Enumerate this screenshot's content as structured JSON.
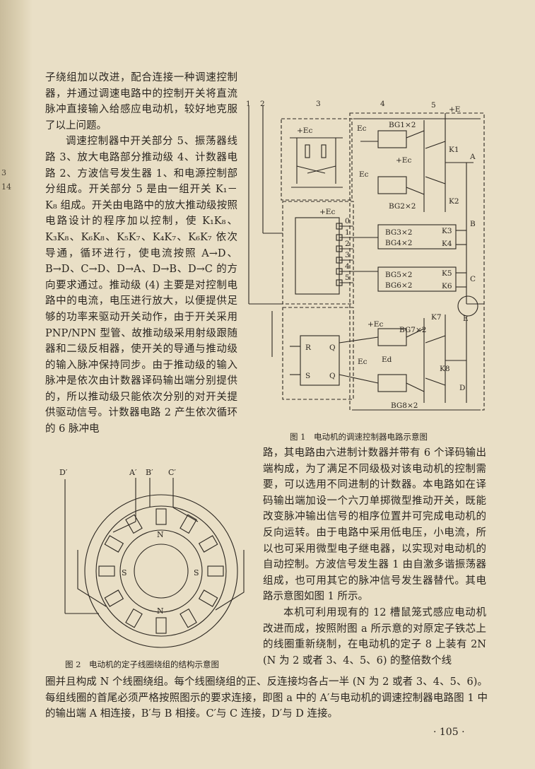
{
  "left_margin": {
    "marks": [
      "3",
      "14"
    ]
  },
  "left_column": {
    "paragraphs": [
      "子绕组加以改进，配合连接一种调速控制器，并通过调速电路中的控制开关将直流脉冲直接输入给感应电动机，较好地克服了以上问题。",
      "调速控制器中开关部分 5、振荡器线路 3、放大电路部分推动级 4、计数器电路 2、方波信号发生器 1、和电源控制部分组成。开关部分 5 是由一组开关 K₁－K₈ 组成。开关由电路中的放大推动级按照电路设计的程序加以控制，使 K₁K₈、K₃K₈、K₆K₈、K₅K₇、K₄K₇、K₆K₇ 依次导通，循环进行，使电流按照 A→D、B→D、C→D、D→A、D→B、D→C 的方向要求通过。推动级 (4) 主要是对控制电路中的电流，电压进行放大，以便提供足够的功率来驱动开关动作，由于开关采用 PNP/NPN 型管、故推动级采用射级跟随器和二级反相器，使开关的导通与推动级的输入脉冲保持同步。由于推动级的输入脉冲是依次由计数器译码输出端分别提供的，所以推动级只能依次分别的对开关提供驱动信号。计数器电路 2 产生依次循环的 6 脉冲电"
    ]
  },
  "figure1": {
    "caption": "图 1　电动机的调速控制器电路示意图",
    "labels": {
      "n1": "1",
      "n2": "2",
      "n3": "3",
      "n4": "4",
      "n5": "5",
      "plus_e": "+E",
      "e": "E",
      "ec_osc": "+Ec",
      "ec1": "Ec",
      "ec2": "+Ec",
      "ec3": "Ec",
      "ec_counter": "+Ec",
      "ec4": "+Ec",
      "ec5": "Ec",
      "bg1": "BG1×2",
      "bg2": "BG2×2",
      "bg3": "BG3×2",
      "bg4": "BG4×2",
      "bg5": "BG5×2",
      "bg6": "BG6×2",
      "bg7": "BG7×2",
      "bg8": "BG8×2",
      "k1": "K1",
      "k2": "K2",
      "k3": "K3",
      "k4": "K4",
      "k5": "K5",
      "k6": "K6",
      "k7": "K7",
      "k8": "K8",
      "a": "A",
      "b": "B",
      "c": "C",
      "d": "D",
      "out0": "0",
      "out1": "1",
      "out2": "2",
      "out3": "3",
      "out4": "4",
      "out5": "5",
      "ff_r": "R",
      "ff_s": "S",
      "ff_q": "Q",
      "ff_qbar": "Q",
      "ed": "Ed"
    }
  },
  "right_column": {
    "paragraphs": [
      "路，其电路由六进制计数器并带有 6 个译码输出端构成，为了满足不同级极对该电动机的控制需要，可以选用不同进制的计数器。本电路如在译码输出端加设一个六刀单掷微型推动开关，既能改变脉冲输出信号的相序位置并可完成电动机的反向运转。由于电路中采用低电压，小电流，所以也可采用微型电子继电器，以实现对电动机的自动控制。方波信号发生器 1 由自激多谐振荡器组成，也可用其它的脉冲信号发生器替代。其电路示意图如图 1 所示。",
      "本机可利用现有的 12 槽鼠笼式感应电动机改进而成，按照附图 a 所示意的对原定子铁芯上的线圈重新绕制，在电动机的定子 8 上装有 2N (N 为 2 或者 3、4、5、6) 的整倍数个线"
    ]
  },
  "figure2": {
    "caption": "图 2　电动机的定子线圈绕组的结构示意图",
    "labels": {
      "a": "A′",
      "b": "B′",
      "c": "C′",
      "d": "D′",
      "n_top": "N",
      "n_bottom": "N",
      "s_left": "S",
      "s_right": "S"
    }
  },
  "bottom_text": "圈并且构成 N 个线圈绕组。每个线圈绕组的正、反连接均各占一半 (N 为 2 或者 3、4、5、6)。每组线圈的首尾必须严格按照图示的要求连接，即图 a 中的 A′与电动机的调速控制器电路图 1 中的输出端 A 相连接，B′与 B 相接。C′与 C 连接，D′与 D 连接。",
  "page_number": "· 105 ·"
}
